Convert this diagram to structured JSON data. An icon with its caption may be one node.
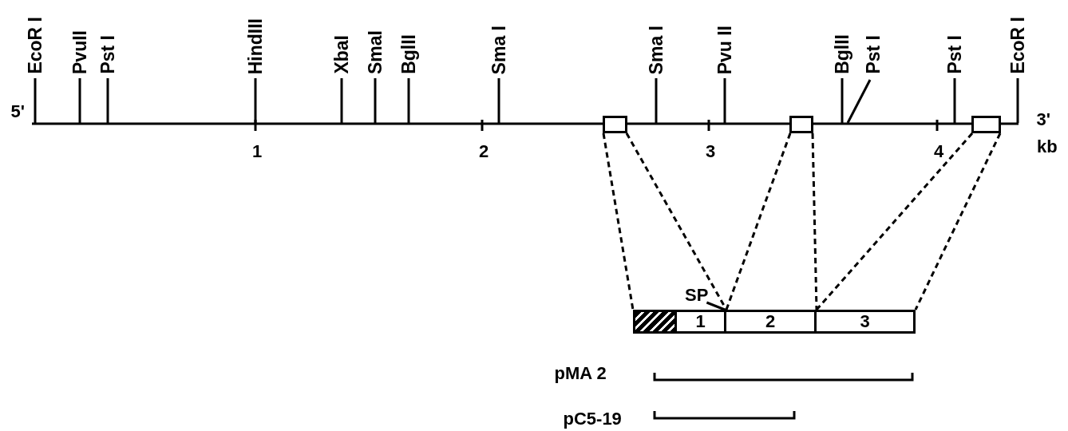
{
  "diagram": {
    "nodes": [
      {
        "text": [],
        "shape": "box"
      },
      {
        "text": [],
        "shape": "box"
      },
      {
        "text": [],
        "shape": "box"
      },
      {
        "text": [
          "SP"
        ]
      },
      {
        "text": [],
        "shape": "box"
      },
      {
        "text": [
          "1"
        ]
      },
      {
        "text": [
          "2"
        ]
      },
      {
        "text": [
          "3"
        ]
      }
    ],
    "edges": [
      {
        "from": 0,
        "to": 4,
        "arrow": "none",
        "style": "dashed"
      },
      {
        "from": 0,
        "to": 5,
        "arrow": "none",
        "style": "dashed"
      },
      {
        "from": 1,
        "to": 6,
        "arrow": "none",
        "style": "dashed"
      },
      {
        "from": 1,
        "to": 6,
        "arrow": "none",
        "style": "dashed"
      },
      {
        "from": 2,
        "to": 7,
        "arrow": "none",
        "style": "dashed"
      },
      {
        "from": 2,
        "to": 7,
        "arrow": "none",
        "style": "dashed"
      },
      {
        "from": 3,
        "to": 5,
        "arrow": "none"
      }
    ],
    "labels": [
      "EcoR I",
      "PvuII",
      "Pst I",
      "HindIII",
      "XbaI",
      "SmaI",
      "BglII",
      "Sma I",
      "Sma I",
      "Pvu II",
      "BglII",
      "Pst I",
      "Pst I",
      "EcoR I",
      "5'",
      "3'",
      "1",
      "2",
      "3",
      "4",
      "kb",
      "pMA 2",
      "pC5-19"
    ]
  }
}
